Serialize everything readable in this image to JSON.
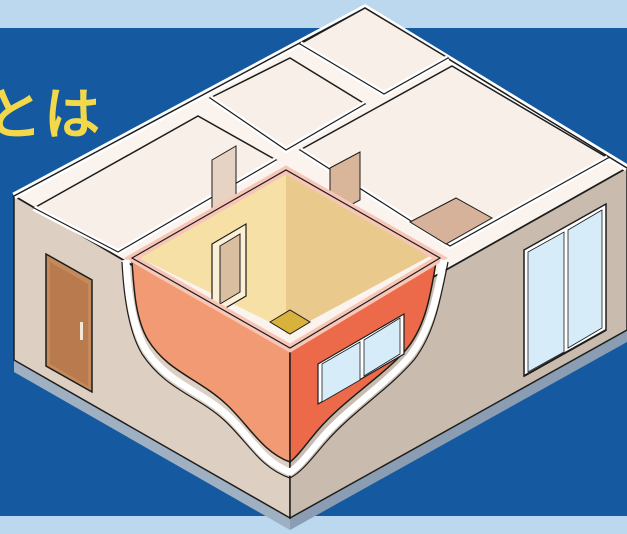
{
  "headline": {
    "text": "とは"
  },
  "illustration": {
    "subject": "isometric-floor-plan",
    "highlight": "room-wall",
    "colors": {
      "background_band": "#1559a0",
      "light_strip": "#bcd8ee",
      "headline": "#f3d94a",
      "exterior_wall": "#ddd0c3",
      "exterior_wall_shade": "#c9b9a9",
      "room_floor": "#f8efe9",
      "highlight_wall_left": "#f29a73",
      "highlight_wall_right": "#ec6a4a",
      "highlight_room": "#f3d79a",
      "door": "#c48a5c",
      "window_glass": "#d6ecf8"
    }
  }
}
